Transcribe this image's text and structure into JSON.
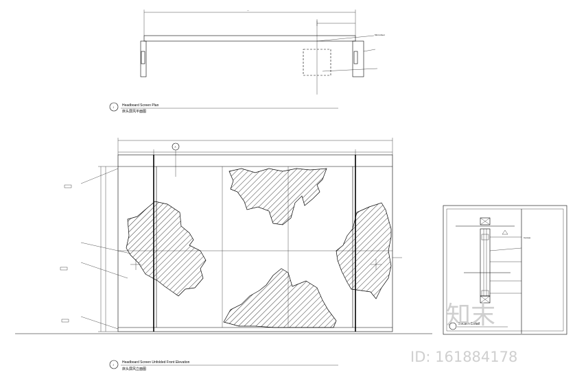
{
  "plan": {
    "title": "Headboard Screen Plan",
    "subtitle": "床头屏风平面图",
    "number": "1",
    "note_top": "Microsheet"
  },
  "elevation": {
    "title": "Headboard Screen Unfolded Front Elevation",
    "subtitle": "床头屏风立面图",
    "number": "2",
    "marker": "A"
  },
  "section": {
    "title": "Section Detail",
    "label_1": "Canvas"
  },
  "watermark": {
    "brand": "知末",
    "id_text": "ID: 161884178"
  }
}
